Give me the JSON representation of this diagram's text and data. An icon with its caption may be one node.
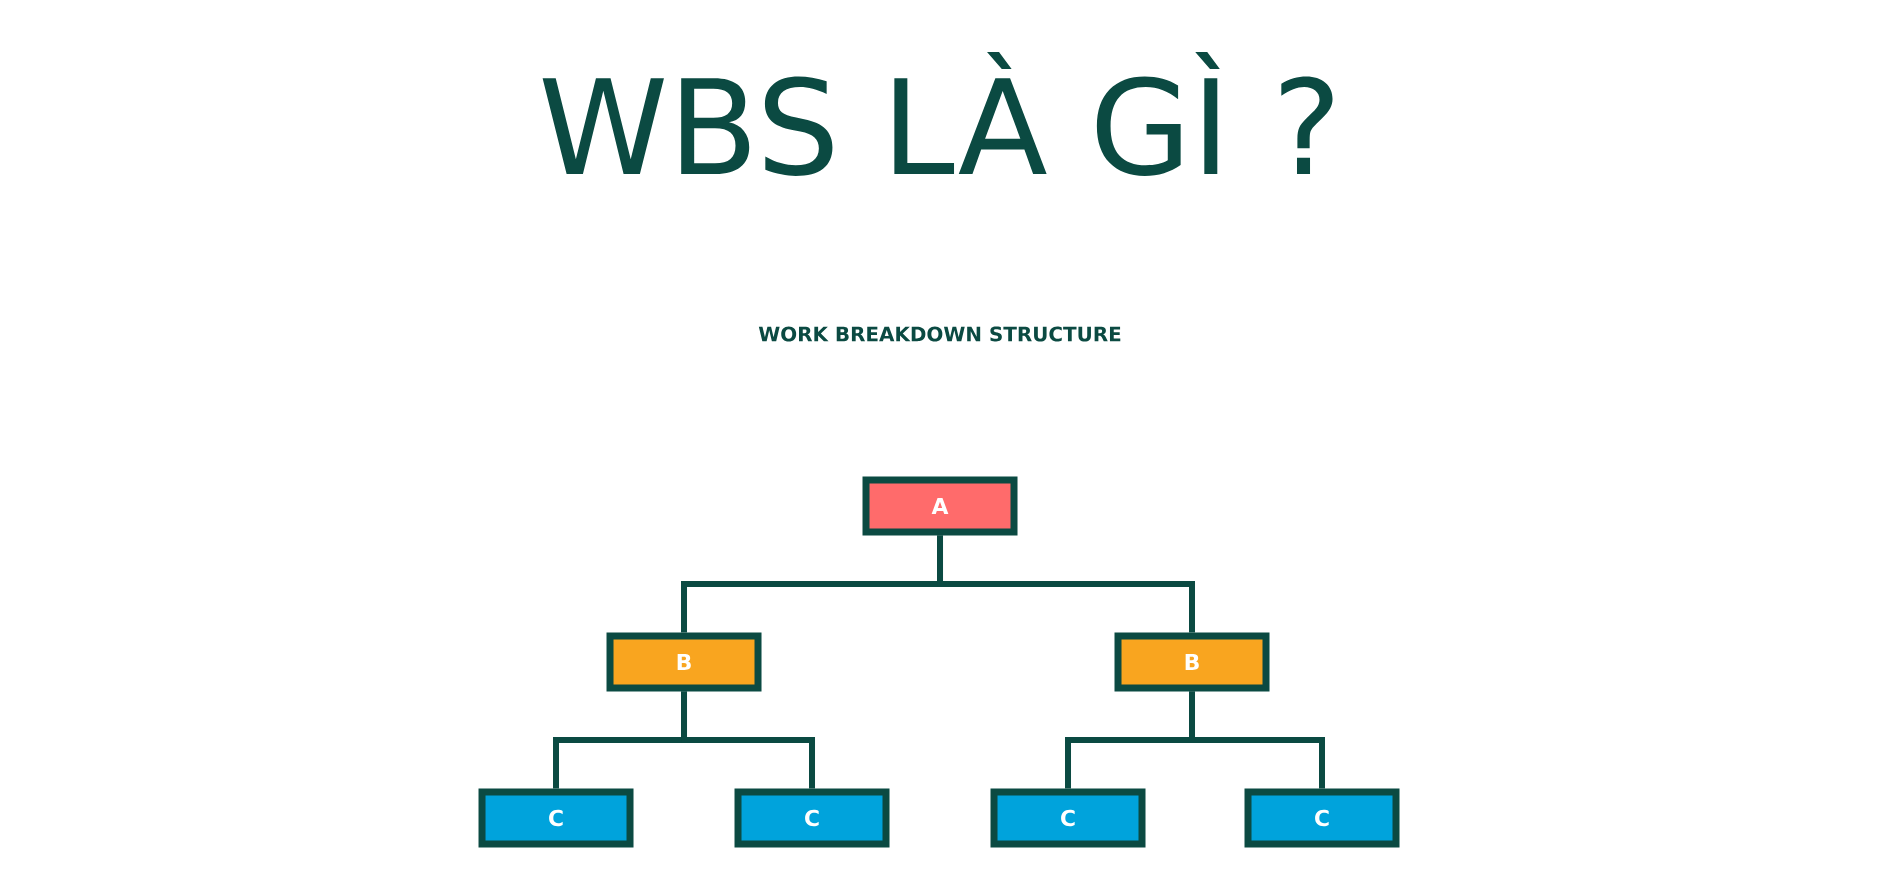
{
  "diagram": {
    "title": "WBS LÀ GÌ ?",
    "nodes": [
      {
        "text": [
          "A"
        ]
      },
      {
        "text": [
          "B"
        ]
      },
      {
        "text": [
          "B"
        ]
      },
      {
        "text": [
          "C"
        ]
      },
      {
        "text": [
          "C"
        ]
      },
      {
        "text": [
          "C"
        ]
      },
      {
        "text": [
          "C"
        ]
      }
    ],
    "edges": [
      {
        "from": 0,
        "to": 1,
        "arrow": "none"
      },
      {
        "from": 0,
        "to": 2,
        "arrow": "none"
      },
      {
        "from": 1,
        "to": 3,
        "arrow": "none"
      },
      {
        "from": 1,
        "to": 4,
        "arrow": "none"
      },
      {
        "from": 2,
        "to": 5,
        "arrow": "none"
      },
      {
        "from": 2,
        "to": 6,
        "arrow": "none"
      }
    ],
    "labels": [
      "WORK BREAKDOWN STRUCTURE"
    ]
  }
}
